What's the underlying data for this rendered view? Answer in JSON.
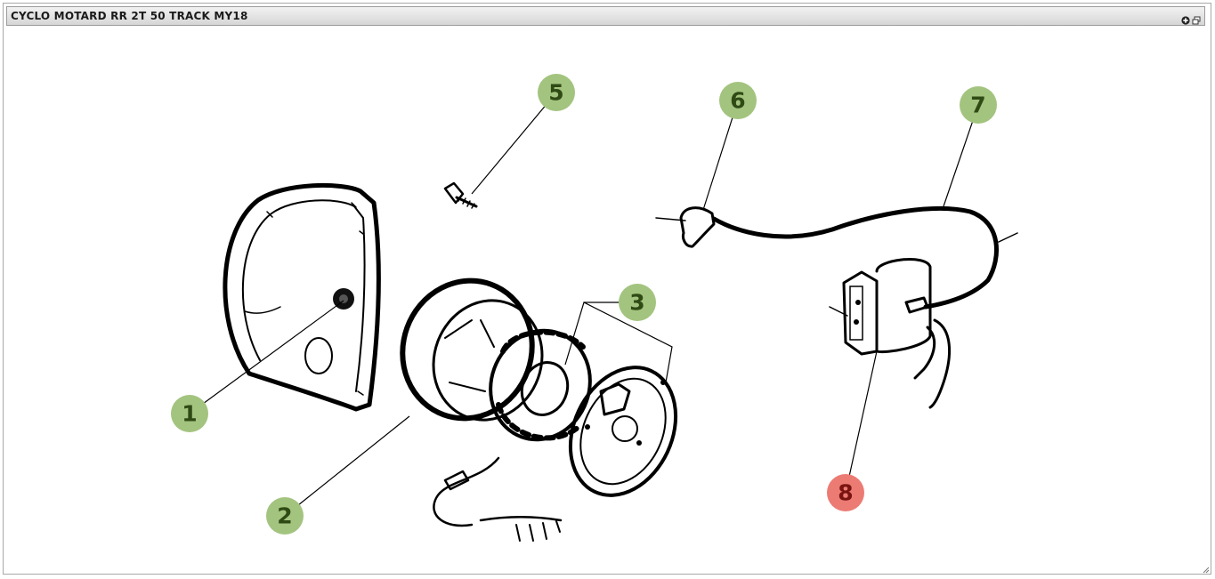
{
  "window": {
    "title": "CYCLO MOTARD RR 2T 50 TRACK MY18"
  },
  "titlebar_icons": [
    "add-circle-icon",
    "restore-window-icon"
  ],
  "colors": {
    "callout_default": "#a3c47f",
    "callout_default_text": "#2f4a14",
    "callout_selected": "#ec7b74",
    "callout_selected_text": "#7a1410"
  },
  "callouts": [
    {
      "label": "1",
      "selected": false
    },
    {
      "label": "2",
      "selected": false
    },
    {
      "label": "3",
      "selected": false
    },
    {
      "label": "5",
      "selected": false
    },
    {
      "label": "6",
      "selected": false
    },
    {
      "label": "7",
      "selected": false
    },
    {
      "label": "8",
      "selected": true
    }
  ]
}
